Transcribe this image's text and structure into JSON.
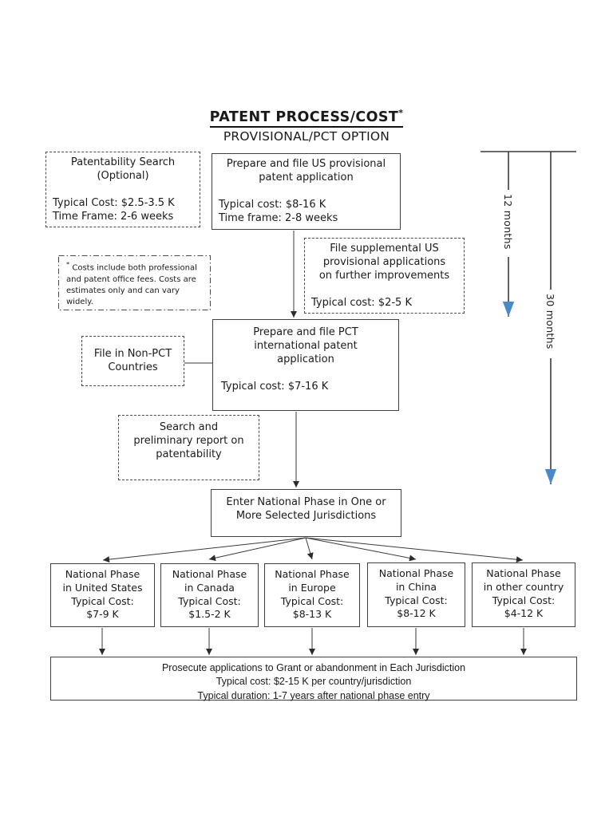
{
  "page": {
    "title": "PATENT PROCESS/COST",
    "title_star": "*",
    "subtitle": "PROVISIONAL/PCT OPTION"
  },
  "timeline": {
    "label_12": "12 months",
    "label_30": "30 months",
    "line_color": "#9dc3e6",
    "arrow_color": "#4a89c8"
  },
  "boxes": {
    "patentability": {
      "heading": [
        "Patentability Search",
        "(Optional)"
      ],
      "details": [
        "Typical Cost: $2.5-3.5 K",
        "Time Frame: 2-6 weeks"
      ]
    },
    "us_provisional": {
      "heading": [
        "Prepare and file US provisional",
        "patent application"
      ],
      "details": [
        "Typical cost: $8-16 K",
        "Time frame: 2-8 weeks"
      ]
    },
    "supplemental": {
      "heading": [
        "File supplemental US",
        "provisional applications",
        "on further improvements"
      ],
      "details": [
        "Typical cost: $2-5 K"
      ]
    },
    "footnote": {
      "star": "*",
      "text": " Costs include both professional and patent office fees. Costs are estimates only and can vary widely."
    },
    "pct": {
      "heading": [
        "Prepare and file PCT",
        "international patent",
        "application"
      ],
      "details": [
        "Typical cost: $7-16 K"
      ]
    },
    "non_pct": {
      "heading": [
        "File in Non-PCT",
        "Countries"
      ]
    },
    "search_report": {
      "heading": [
        "Search and",
        "preliminary report on",
        "patentability"
      ]
    },
    "national_entry": {
      "heading": [
        "Enter National Phase in One or",
        "More Selected Jurisdictions"
      ]
    },
    "prosecute": {
      "lines": [
        "Prosecute applications to Grant or abandonment in Each Jurisdiction",
        "Typical cost: $2-15 K per country/jurisdiction",
        "Typical duration: 1-7 years after national phase entry"
      ]
    }
  },
  "national_phases": [
    {
      "lines": [
        "National Phase",
        "in United States",
        "Typical Cost:",
        "$7-9 K"
      ]
    },
    {
      "lines": [
        "National Phase",
        "in Canada",
        "Typical Cost:",
        "$1.5-2 K"
      ]
    },
    {
      "lines": [
        "National Phase",
        "in Europe",
        "Typical Cost:",
        "$8-13 K"
      ]
    },
    {
      "lines": [
        "National Phase",
        "in China",
        "Typical Cost:",
        "$8-12 K"
      ]
    },
    {
      "lines": [
        "National Phase",
        "in other country",
        "Typical Cost:",
        "$4-12 K"
      ]
    }
  ]
}
